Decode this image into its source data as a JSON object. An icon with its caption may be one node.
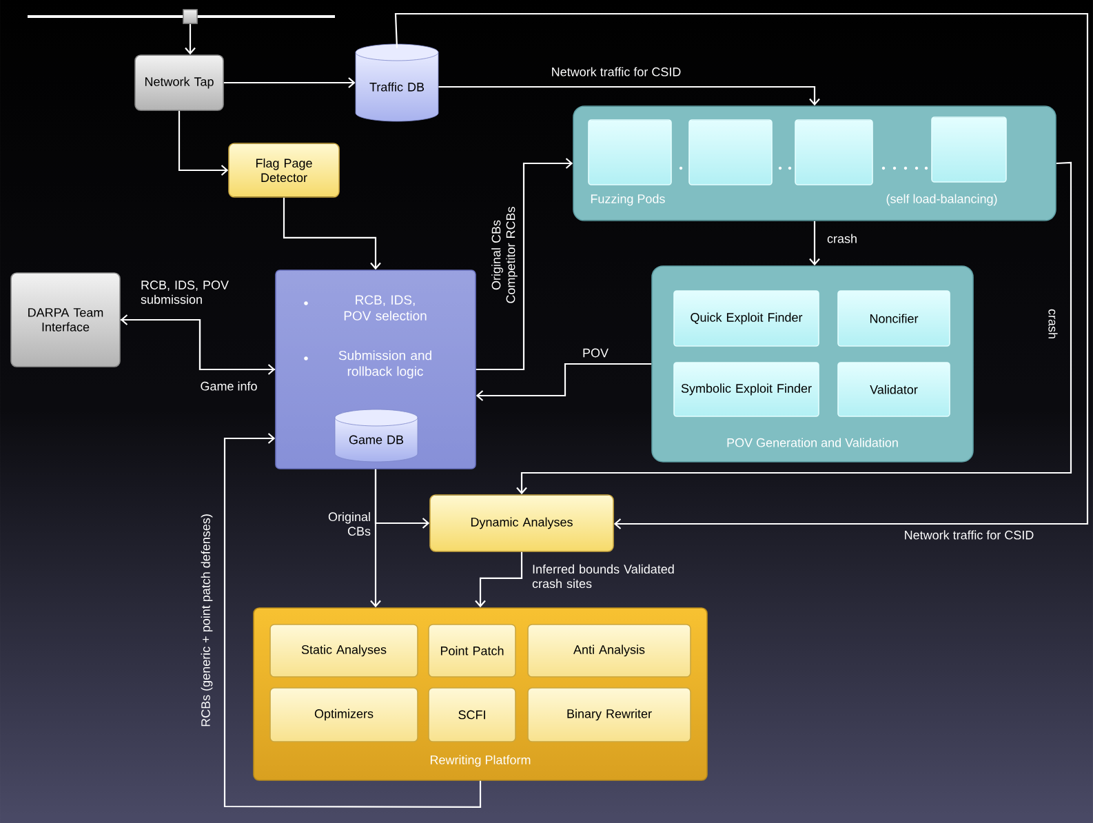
{
  "diagram": {
    "nodes": [
      {
        "text": [],
        "shape": "box"
      },
      {
        "text": [
          "Network Tap"
        ]
      },
      {
        "text": [
          "Traffic DB"
        ]
      },
      {
        "text": [
          "Flag Page Detector"
        ]
      },
      {
        "text": [
          "DARPA Team Interface"
        ]
      },
      {
        "text": [
          "RCB, IDS, POV selection",
          "Submission and rollback logic"
        ]
      },
      {
        "text": [
          "Game DB"
        ],
        "in": 5
      },
      {
        "text": [
          "Fuzzing Pods",
          "(self load-balancing)"
        ]
      },
      {
        "text": [],
        "shape": "box",
        "in": 7
      },
      {
        "text": [],
        "shape": "box",
        "in": 7
      },
      {
        "text": [],
        "shape": "box",
        "in": 7
      },
      {
        "text": [],
        "shape": "box",
        "in": 7
      },
      {
        "text": [
          "POV Generation and Validation"
        ]
      },
      {
        "text": [
          "Quick Exploit Finder"
        ],
        "in": 12
      },
      {
        "text": [
          "Noncifier"
        ],
        "in": 12
      },
      {
        "text": [
          "Symbolic Exploit Finder"
        ],
        "in": 12
      },
      {
        "text": [
          "Validator"
        ],
        "in": 12
      },
      {
        "text": [
          "Dynamic Analyses"
        ]
      },
      {
        "text": [
          "Rewriting Platform"
        ]
      },
      {
        "text": [
          "Static Analyses"
        ],
        "in": 18
      },
      {
        "text": [
          "Point Patch"
        ],
        "in": 18
      },
      {
        "text": [
          "Anti Analysis"
        ],
        "in": 18
      },
      {
        "text": [
          "Optimizers"
        ],
        "in": 18
      },
      {
        "text": [
          "SCFI"
        ],
        "in": 18
      },
      {
        "text": [
          "Binary Rewriter"
        ],
        "in": 18
      }
    ],
    "edges": [
      {
        "from": 0,
        "to": 1,
        "arrow": "to"
      },
      {
        "from": 1,
        "to": 2,
        "arrow": "to"
      },
      {
        "from": 1,
        "to": 3,
        "arrow": "to"
      },
      {
        "from": 3,
        "to": 5,
        "arrow": "to"
      },
      {
        "from": 2,
        "to": 7,
        "arrow": "to",
        "label": "Network traffic for CSID"
      },
      {
        "from": 2,
        "to": 17,
        "arrow": "to",
        "label": "Network traffic for CSID"
      },
      {
        "from": 5,
        "to": 4,
        "arrow": "to",
        "label": "RCB, IDS, POV submission"
      },
      {
        "from": 4,
        "to": 5,
        "arrow": "to",
        "label": "Game info"
      },
      {
        "from": 5,
        "to": 7,
        "arrow": "to",
        "label": "Original CBs Competitor RCBs"
      },
      {
        "from": 12,
        "to": 5,
        "arrow": "to",
        "label": "POV"
      },
      {
        "from": 7,
        "to": 12,
        "arrow": "to",
        "label": "crash"
      },
      {
        "from": 7,
        "to": 17,
        "arrow": "to",
        "label": "crash"
      },
      {
        "from": 5,
        "to": 17,
        "arrow": "to",
        "label": "Original CBs"
      },
      {
        "from": 5,
        "to": 18,
        "arrow": "to"
      },
      {
        "from": 17,
        "to": 18,
        "arrow": "to",
        "label": "Inferred bounds Validated crash sites"
      },
      {
        "from": 18,
        "to": 5,
        "arrow": "to",
        "label": "RCBs (generic + point patch defenses)"
      }
    ]
  }
}
